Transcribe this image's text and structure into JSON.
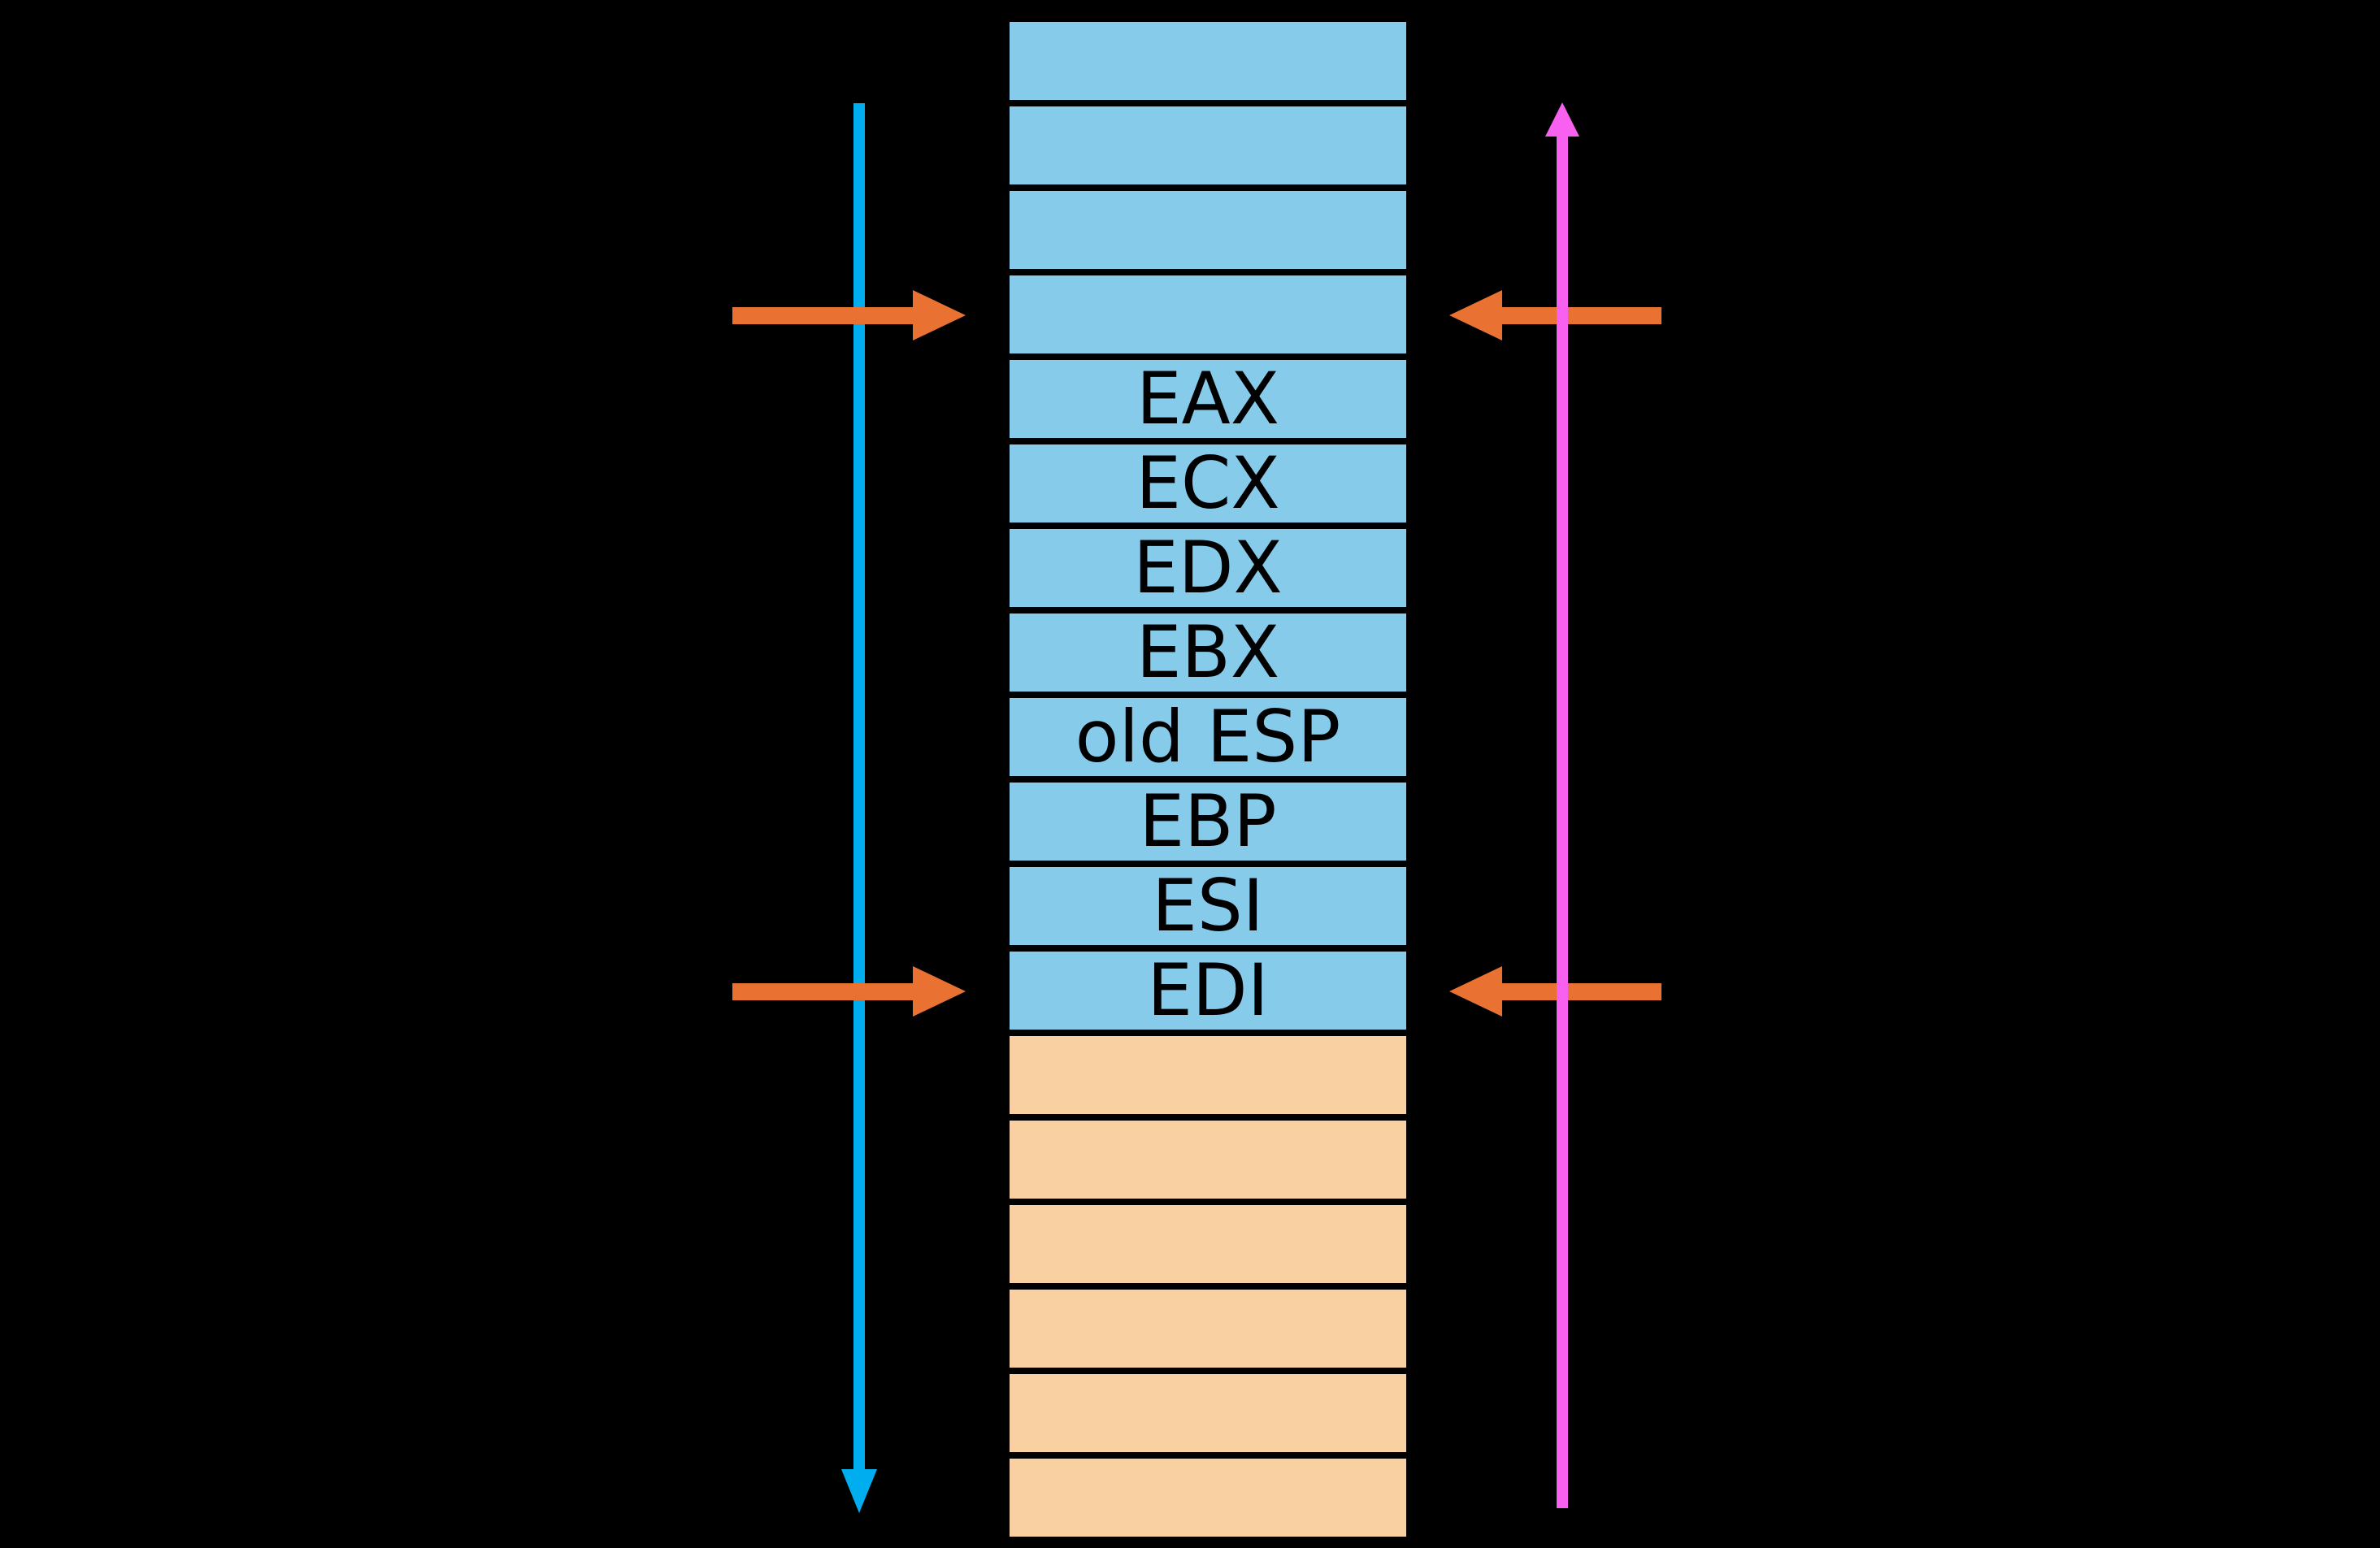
{
  "colors": {
    "background": "#000000",
    "cell_blue": "#87CBEB",
    "cell_peach": "#F9D0A1",
    "cell_text": "#000000",
    "arrow_cyan": "#00AEEF",
    "arrow_magenta": "#F860F0",
    "arrow_orange": "#E97132"
  },
  "stack": {
    "rows": [
      {
        "label": "",
        "fill": "blue"
      },
      {
        "label": "",
        "fill": "blue"
      },
      {
        "label": "",
        "fill": "blue"
      },
      {
        "label": "",
        "fill": "blue"
      },
      {
        "label": "EAX",
        "fill": "blue"
      },
      {
        "label": "ECX",
        "fill": "blue"
      },
      {
        "label": "EDX",
        "fill": "blue"
      },
      {
        "label": "EBX",
        "fill": "blue"
      },
      {
        "label": "old ESP",
        "fill": "blue"
      },
      {
        "label": "EBP",
        "fill": "blue"
      },
      {
        "label": "ESI",
        "fill": "blue"
      },
      {
        "label": "EDI",
        "fill": "blue"
      },
      {
        "label": "",
        "fill": "peach"
      },
      {
        "label": "",
        "fill": "peach"
      },
      {
        "label": "",
        "fill": "peach"
      },
      {
        "label": "",
        "fill": "peach"
      },
      {
        "label": "",
        "fill": "peach"
      },
      {
        "label": "",
        "fill": "peach"
      }
    ]
  },
  "arrows": {
    "left_vertical": {
      "direction": "down",
      "color": "#00AEEF"
    },
    "right_vertical": {
      "direction": "up",
      "color": "#F860F0"
    },
    "pointers": [
      {
        "position": "top-left",
        "direction": "right",
        "color": "#E97132"
      },
      {
        "position": "top-right",
        "direction": "left",
        "color": "#E97132"
      },
      {
        "position": "bottom-left",
        "direction": "right",
        "color": "#E97132"
      },
      {
        "position": "bottom-right",
        "direction": "left",
        "color": "#E97132"
      }
    ]
  }
}
